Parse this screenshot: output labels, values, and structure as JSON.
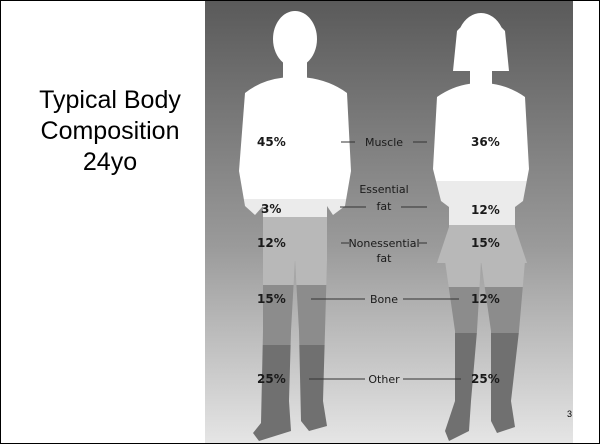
{
  "title": {
    "lines": [
      "Typical Body",
      "Composition",
      "24yo"
    ]
  },
  "figure": {
    "components": [
      {
        "label": "Muscle",
        "male": "45%",
        "female": "36%"
      },
      {
        "label_lines": [
          "Essential",
          "fat"
        ],
        "male": "3%",
        "female": "12%"
      },
      {
        "label_lines": [
          "Nonessential",
          "fat"
        ],
        "male": "12%",
        "female": "15%"
      },
      {
        "label": "Bone",
        "male": "15%",
        "female": "12%"
      },
      {
        "label": "Other",
        "male": "25%",
        "female": "25%"
      }
    ],
    "figures": [
      "male-figure",
      "female-figure"
    ]
  },
  "page_number": "3",
  "colors": {
    "background_top": "#5a5a5a",
    "background_bottom": "#ffffff",
    "muscle_band": "#ffffff",
    "essential_fat_band": "#ebebeb",
    "nonessential_fat_band": "#b5b5b5",
    "bone_band": "#8c8c8c",
    "other_band": "#6e6e6e"
  }
}
